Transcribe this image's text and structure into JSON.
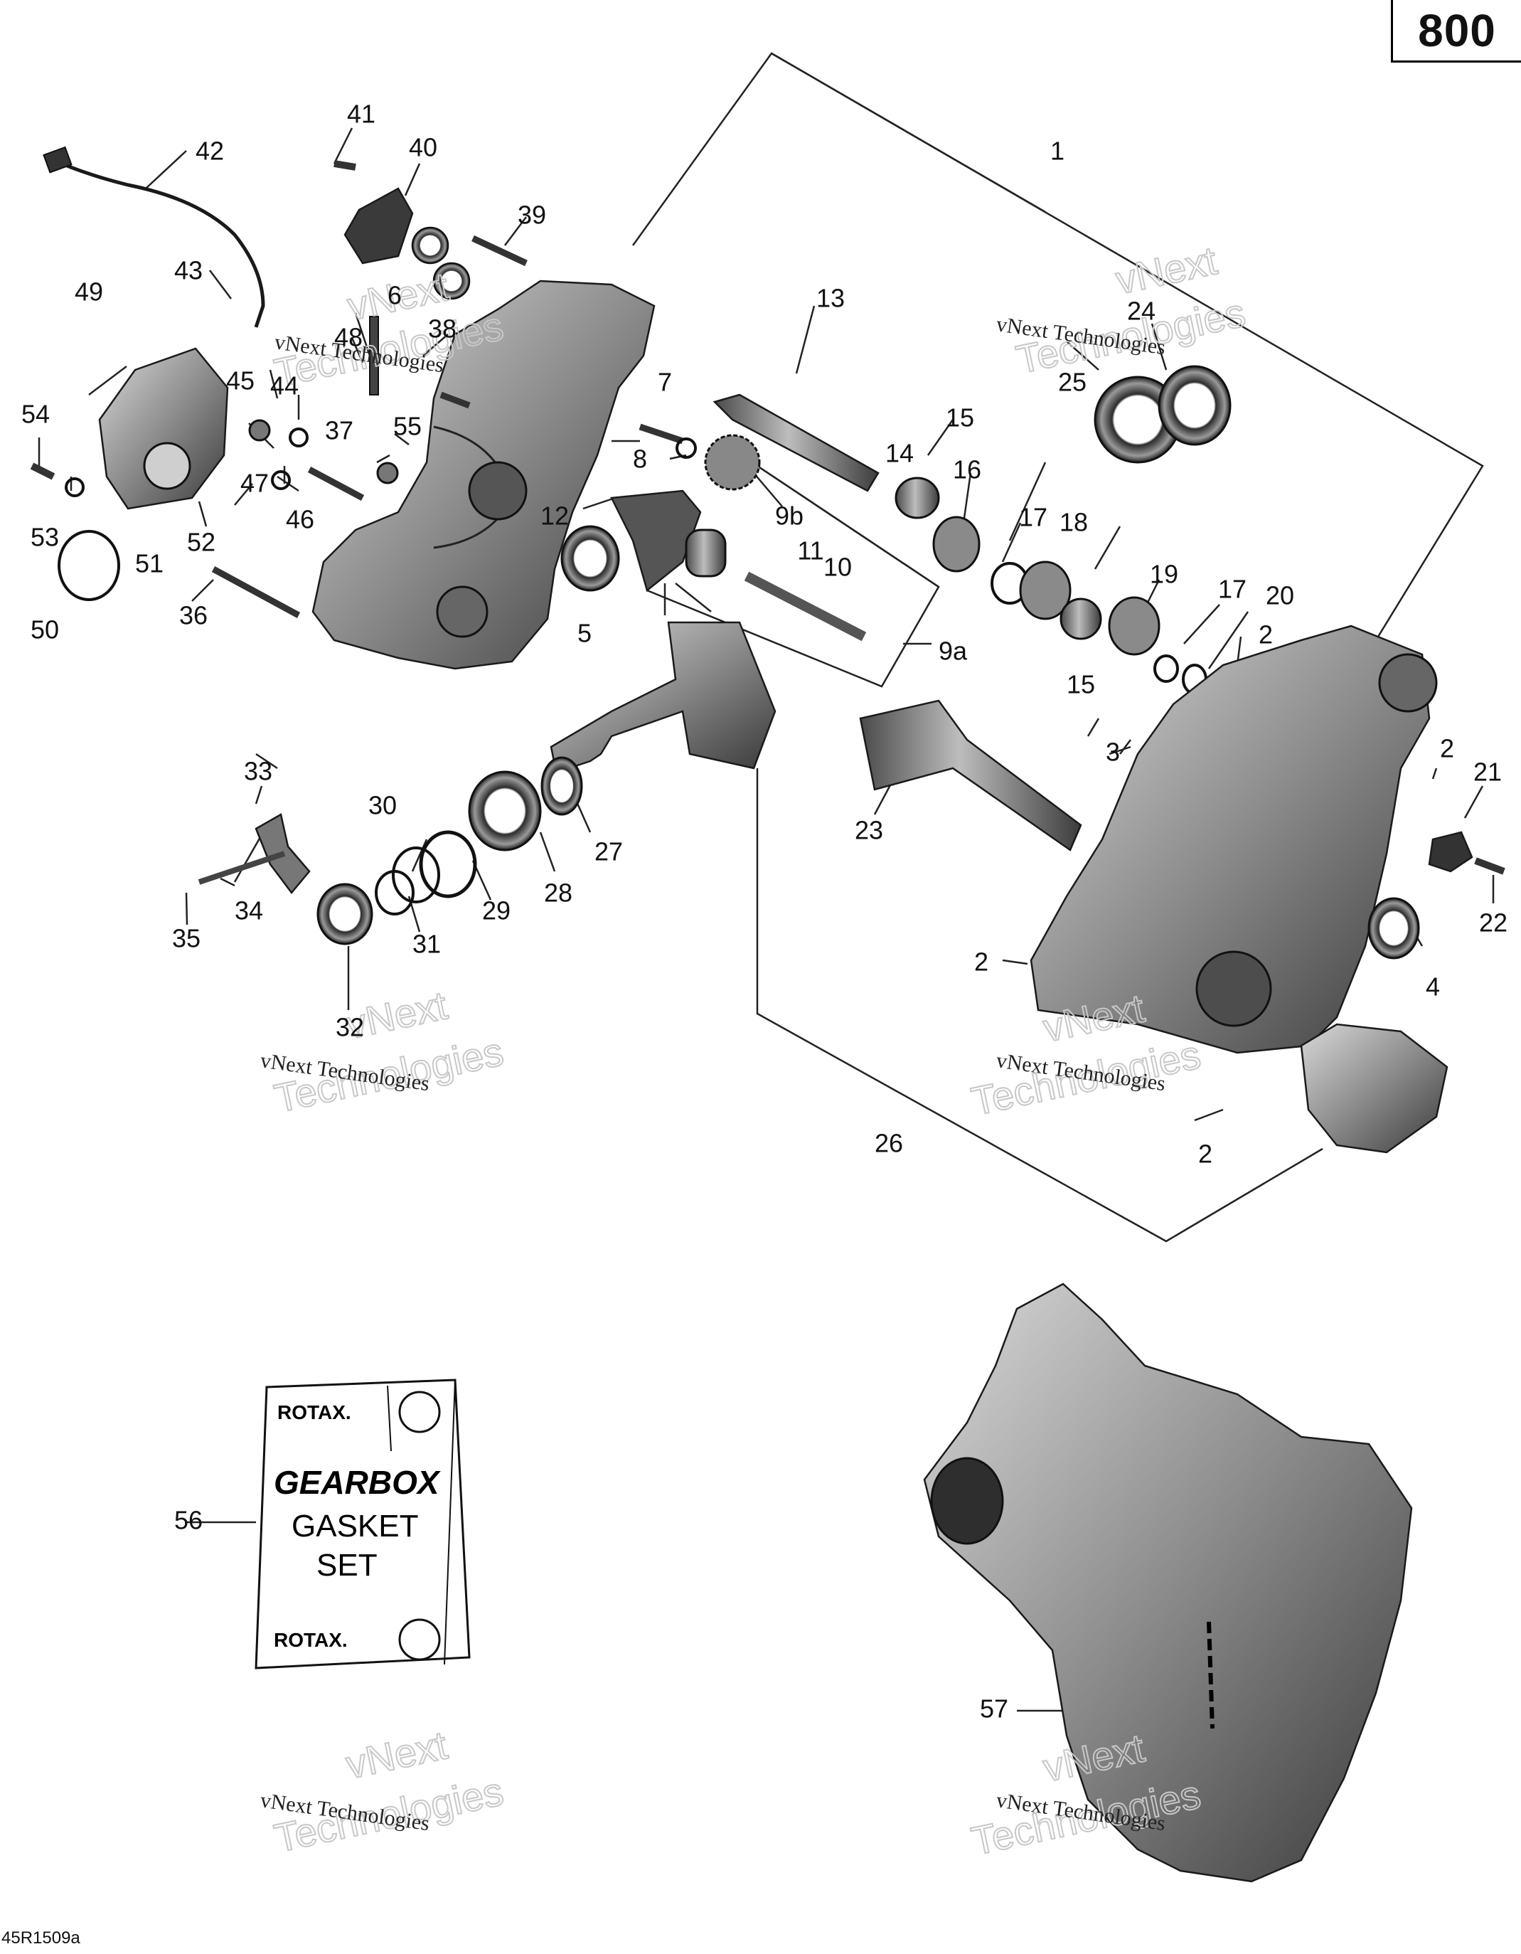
{
  "page_number": "800",
  "drawing_code": "45R1509a",
  "watermark": {
    "small": "vNext Technologies",
    "big_line1": "vNext",
    "big_line2": "Technologies"
  },
  "kit_card": {
    "brand": "ROTAX.",
    "title": "GEARBOX",
    "line2": "GASKET",
    "line3": "SET"
  },
  "callouts": [
    "1",
    "2",
    "3",
    "4",
    "5",
    "6",
    "7",
    "8",
    "9a",
    "9b",
    "10",
    "11",
    "12",
    "13",
    "14",
    "15",
    "16",
    "17",
    "18",
    "19",
    "20",
    "21",
    "22",
    "23",
    "24",
    "25",
    "26",
    "27",
    "28",
    "29",
    "30",
    "31",
    "32",
    "33",
    "34",
    "35",
    "36",
    "37",
    "38",
    "39",
    "40",
    "41",
    "42",
    "43",
    "44",
    "45",
    "46",
    "47",
    "48",
    "49",
    "50",
    "51",
    "52",
    "53",
    "54",
    "55",
    "56",
    "57"
  ]
}
